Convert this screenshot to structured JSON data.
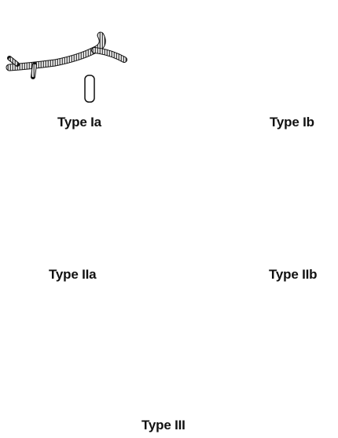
{
  "figure": {
    "panels": [
      {
        "id": "type-ia",
        "label": "Type Ia"
      },
      {
        "id": "type-ib",
        "label": "Type Ib"
      },
      {
        "id": "type-iia",
        "label": "Type IIa"
      },
      {
        "id": "type-iib",
        "label": "Type IIb"
      },
      {
        "id": "type-iii",
        "label": "Type III"
      }
    ]
  },
  "colors": {
    "ink": "#111111",
    "background": "#ffffff"
  }
}
